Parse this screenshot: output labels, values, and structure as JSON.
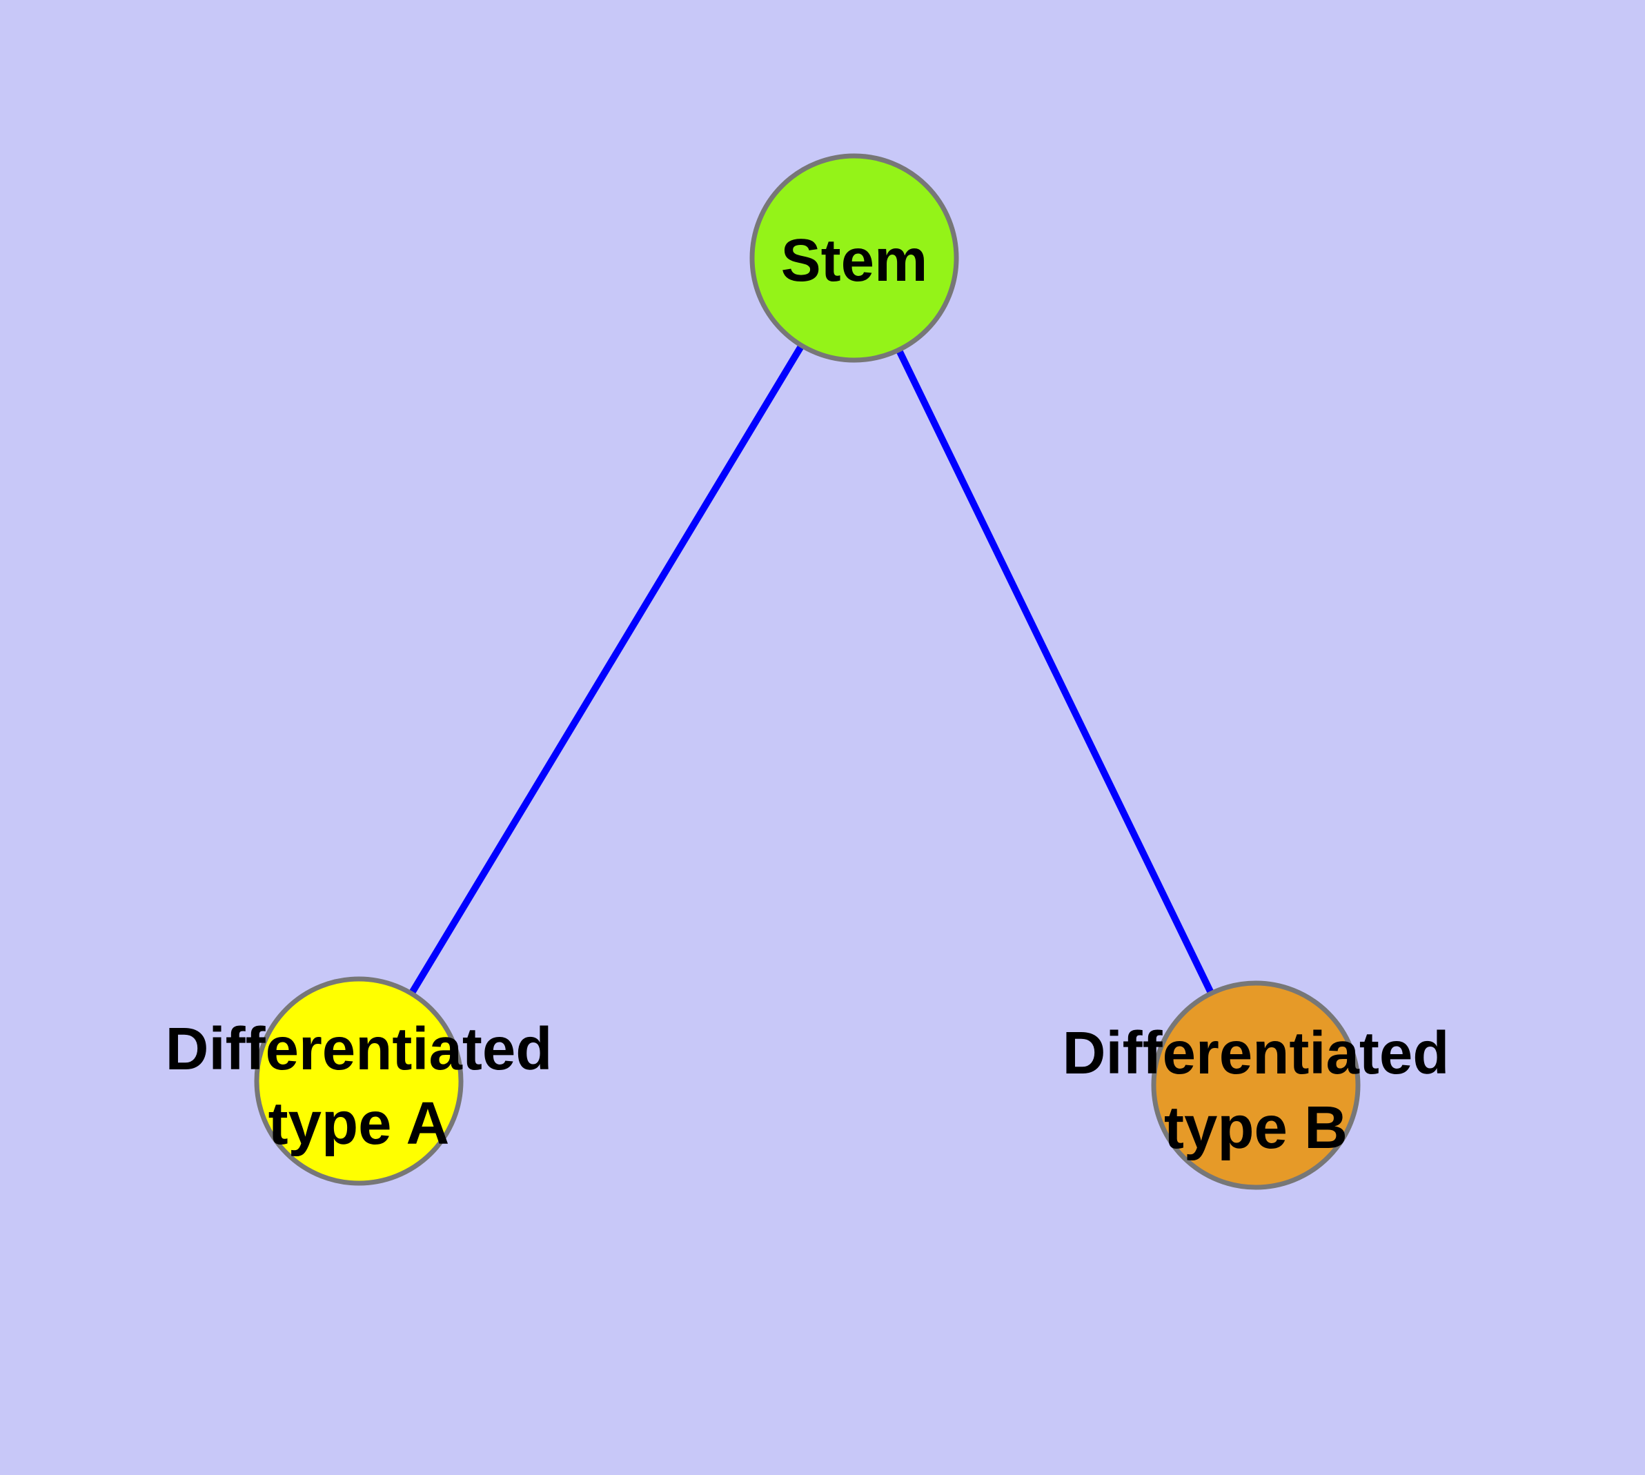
{
  "diagram": {
    "type": "graph",
    "background_color": "#C8C8F8",
    "edge_color": "#0000FF",
    "node_border_color": "#777777",
    "label_color": "#000000",
    "nodes": [
      {
        "id": "stem",
        "label": "Stem",
        "label_lines": [
          "Stem"
        ],
        "fill": "#94F318"
      },
      {
        "id": "differentiated-type-a",
        "label": "Differentiated type A",
        "label_lines": [
          "Differentiated",
          "type A"
        ],
        "fill": "#FFFF00"
      },
      {
        "id": "differentiated-type-b",
        "label": "Differentiated type B",
        "label_lines": [
          "Differentiated",
          "type B"
        ],
        "fill": "#E69A28"
      }
    ],
    "edges": [
      {
        "from": "stem",
        "to": "differentiated-type-a"
      },
      {
        "from": "stem",
        "to": "differentiated-type-b"
      }
    ]
  }
}
